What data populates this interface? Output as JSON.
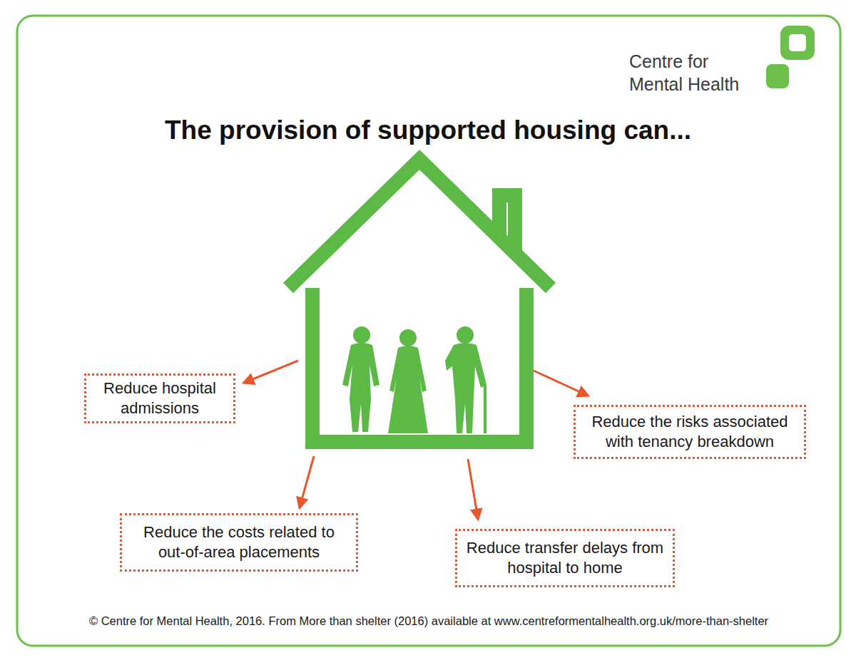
{
  "diagram": {
    "title": "The provision of supported housing can...",
    "caption": "© Centre for Mental Health, 2016. From More than shelter (2016) available at www.centreformentalhealth.org.uk/more-than-shelter",
    "nodes": [
      {
        "text": [
          "Reduce hospital admissions"
        ]
      },
      {
        "text": [
          "Reduce the risks associated with tenancy breakdown"
        ]
      },
      {
        "text": [
          "Reduce the costs related to out-of-area placements"
        ]
      },
      {
        "text": [
          "Reduce transfer delays from hospital to home"
        ]
      }
    ],
    "labels": [
      "Centre for Mental Health"
    ]
  }
}
